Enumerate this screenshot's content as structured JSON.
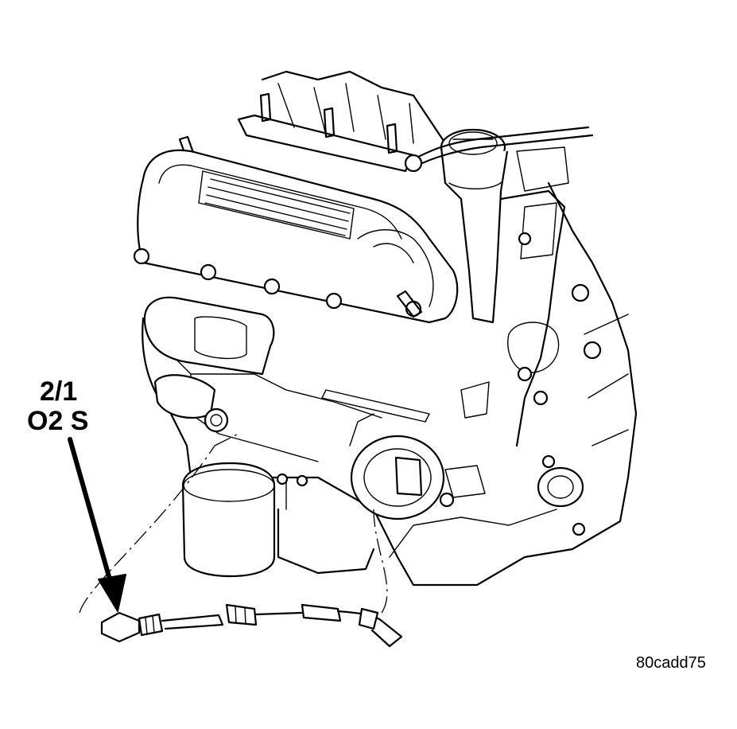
{
  "callout": {
    "line1": "2/1",
    "line2": "O2 S"
  },
  "figure_id": "80cadd75",
  "colors": {
    "ink": "#000000",
    "background": "#ffffff"
  }
}
